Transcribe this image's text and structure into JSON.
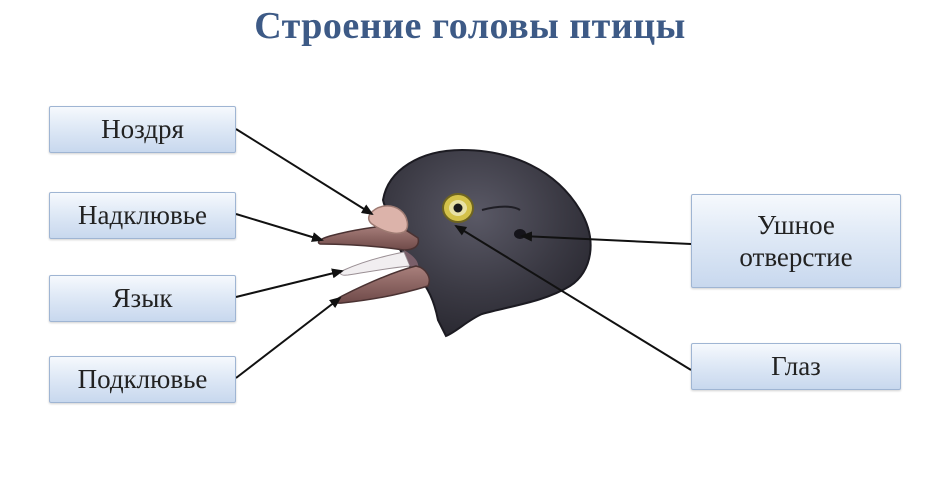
{
  "title": "Строение головы птицы",
  "labels": {
    "nostril": "Ноздря",
    "upper_beak": "Надклювье",
    "tongue": "Язык",
    "lower_beak": "Подклювье",
    "ear_opening": "Ушное отверстие",
    "eye": "Глаз"
  },
  "colors": {
    "title": "#3d5a86",
    "box_top": "#f6f9fd",
    "box_bottom": "#c8d8ee",
    "box_border": "#9fb5d3",
    "head_fill": "#3b3a44",
    "beak_fill": "#8a5f5d",
    "nostril_fill": "#dcb3aa",
    "eye_fill": "#c9b73f",
    "arrow": "#111111"
  }
}
